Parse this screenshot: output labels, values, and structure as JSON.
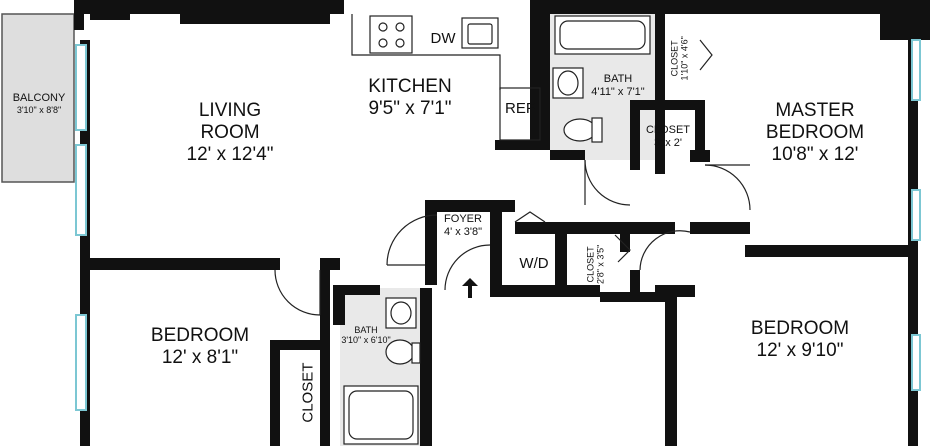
{
  "rooms": {
    "balcony": {
      "name": "BALCONY",
      "dims": "3'10\" x 8'8\""
    },
    "living_room": {
      "name_line1": "LIVING",
      "name_line2": "ROOM",
      "dims": "12' x 12'4\""
    },
    "kitchen": {
      "name": "KITCHEN",
      "dims": "9'5\" x 7'1\""
    },
    "bath_main": {
      "name": "BATH",
      "dims": "4'11\" x 7'1\""
    },
    "closet_top": {
      "name": "CLOSET",
      "dims": "1'10\" x 4'6\""
    },
    "closet_mid": {
      "name": "CLOSET",
      "dims": "3' x 2'"
    },
    "master_bedroom": {
      "name_line1": "MASTER",
      "name_line2": "BEDROOM",
      "dims": "10'8\" x 12'"
    },
    "foyer": {
      "name": "FOYER",
      "dims": "4' x 3'8\""
    },
    "laundry": {
      "name": "W/D"
    },
    "closet_foyer": {
      "name": "CLOSET",
      "dims": "2'8\" x 3'5\""
    },
    "bedroom_left": {
      "name": "BEDROOM",
      "dims": "12' x 8'1\""
    },
    "closet_bedroom": {
      "name": "CLOSET"
    },
    "bath_small": {
      "name": "BATH",
      "dims": "3'10\" x 6'10\""
    },
    "bedroom_right": {
      "name": "BEDROOM",
      "dims": "12' x 9'10\""
    }
  },
  "fixtures": {
    "dishwasher": "DW",
    "refrigerator": "REF"
  },
  "colors": {
    "wall": "#111111",
    "floor": "#ffffff",
    "tile": "#e9e9e9",
    "balcony": "#dedede",
    "window": "#8fd6e0"
  }
}
